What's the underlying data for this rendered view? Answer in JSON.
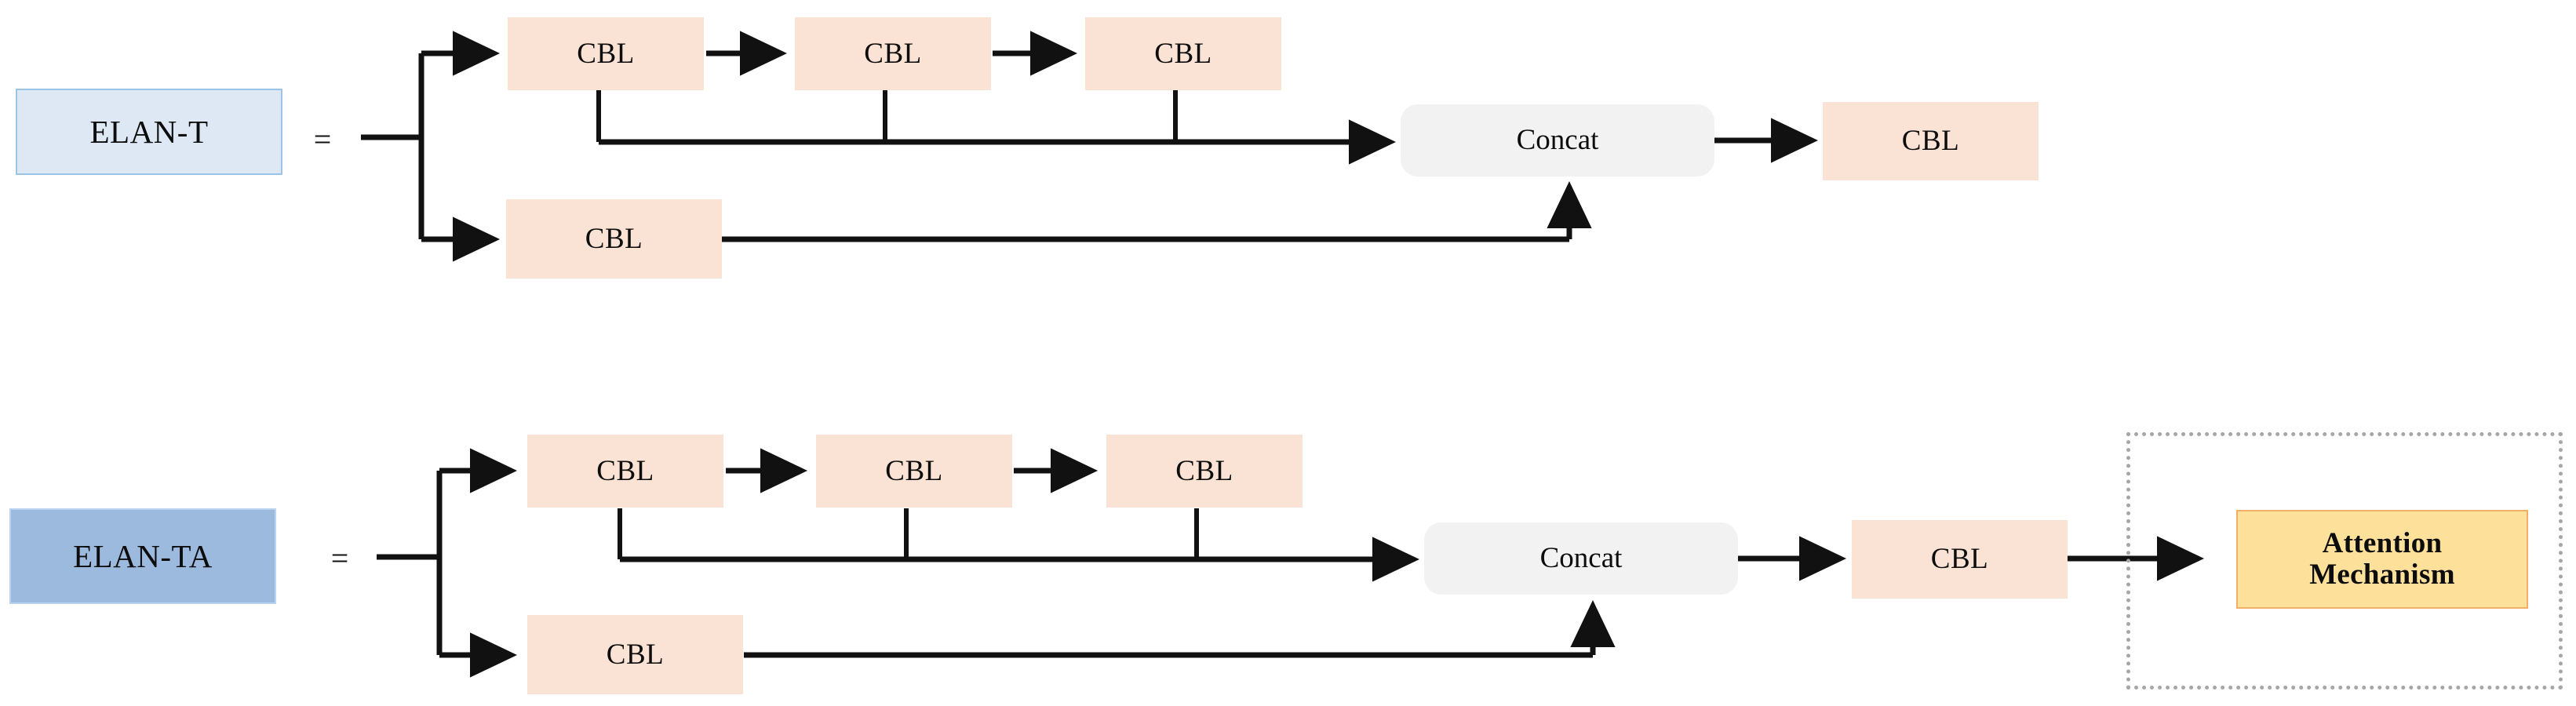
{
  "figure": {
    "title": "ELAN-T and ELAN-TA module structure diagram",
    "background_color": "#ffffff",
    "colors": {
      "cbl_fill": "#fae3d5",
      "concat_fill": "#f2f2f2",
      "elan_t_fill": "#dde8f4",
      "elan_t_border": "#9dc3e6",
      "elan_ta_fill": "#9cb9de",
      "elan_ta_border": "#b9d2ef",
      "attention_fill": "#fde09a",
      "attention_border": "#f0b06a",
      "dotted_border": "#a6a6a6",
      "wire": "#111111"
    }
  },
  "rows": [
    {
      "id": "elan-t",
      "label": "ELAN-T",
      "equals": "=",
      "branch_blocks": [
        {
          "label": "CBL"
        },
        {
          "label": "CBL"
        },
        {
          "label": "CBL"
        }
      ],
      "shortcut_block": {
        "label": "CBL"
      },
      "concat": {
        "label": "Concat"
      },
      "output_block": {
        "label": "CBL"
      },
      "attention": null
    },
    {
      "id": "elan-ta",
      "label": "ELAN-TA",
      "equals": "=",
      "branch_blocks": [
        {
          "label": "CBL"
        },
        {
          "label": "CBL"
        },
        {
          "label": "CBL"
        }
      ],
      "shortcut_block": {
        "label": "CBL"
      },
      "concat": {
        "label": "Concat"
      },
      "output_block": {
        "label": "CBL"
      },
      "attention": {
        "line1": "Attention",
        "line2": "Mechanism"
      }
    }
  ]
}
